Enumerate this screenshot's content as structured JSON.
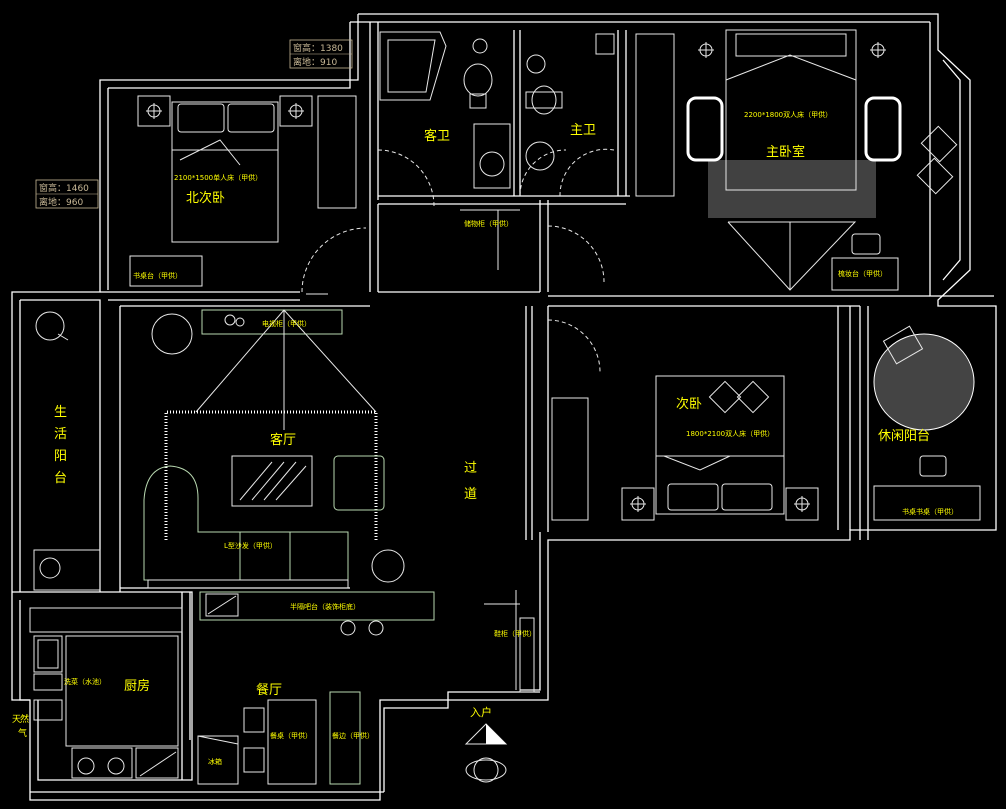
{
  "rooms": {
    "north_bedroom": "北次卧",
    "guest_bath": "客卫",
    "master_bath": "主卫",
    "master_bedroom": "主卧室",
    "utility_balcony": [
      "生",
      "活",
      "阳",
      "台"
    ],
    "living_room": "客厅",
    "corridor": [
      "过",
      "道"
    ],
    "second_bedroom": "次卧",
    "leisure_balcony": "休闲阳台",
    "kitchen": "厨房",
    "dining_room": "餐厅",
    "entrance": "入户",
    "gas": [
      "天",
      "然",
      "气"
    ]
  },
  "window_tags": [
    {
      "height": "窗高：1380",
      "sill": "离地：910"
    },
    {
      "height": "窗高：1460",
      "sill": "离地：960"
    }
  ],
  "furniture_labels": {
    "north_bed": "2100*1500单人床（甲供）",
    "master_bed": "2200*1800双人床（甲供）",
    "second_bed": "1800*2100双人床（甲供）",
    "sofa": "L型沙发（甲供）",
    "bar_counter": "半隔吧台（装饰柜底）",
    "dining_table": "餐桌（甲供）",
    "sideboard": "餐边（甲供）",
    "desk_leisure": "书桌书桌（甲供）",
    "master_dresser": "梳妆台（甲供）",
    "north_desk": "书桌台（甲供）",
    "fridge": "冰箱",
    "kitchen_sink": "洗菜（水池）",
    "tv_cabinet": "电视柜（甲供）",
    "shoe_cabinet": "鞋柜（甲供）",
    "corridor_cabinet": "储物柜（甲供）"
  }
}
